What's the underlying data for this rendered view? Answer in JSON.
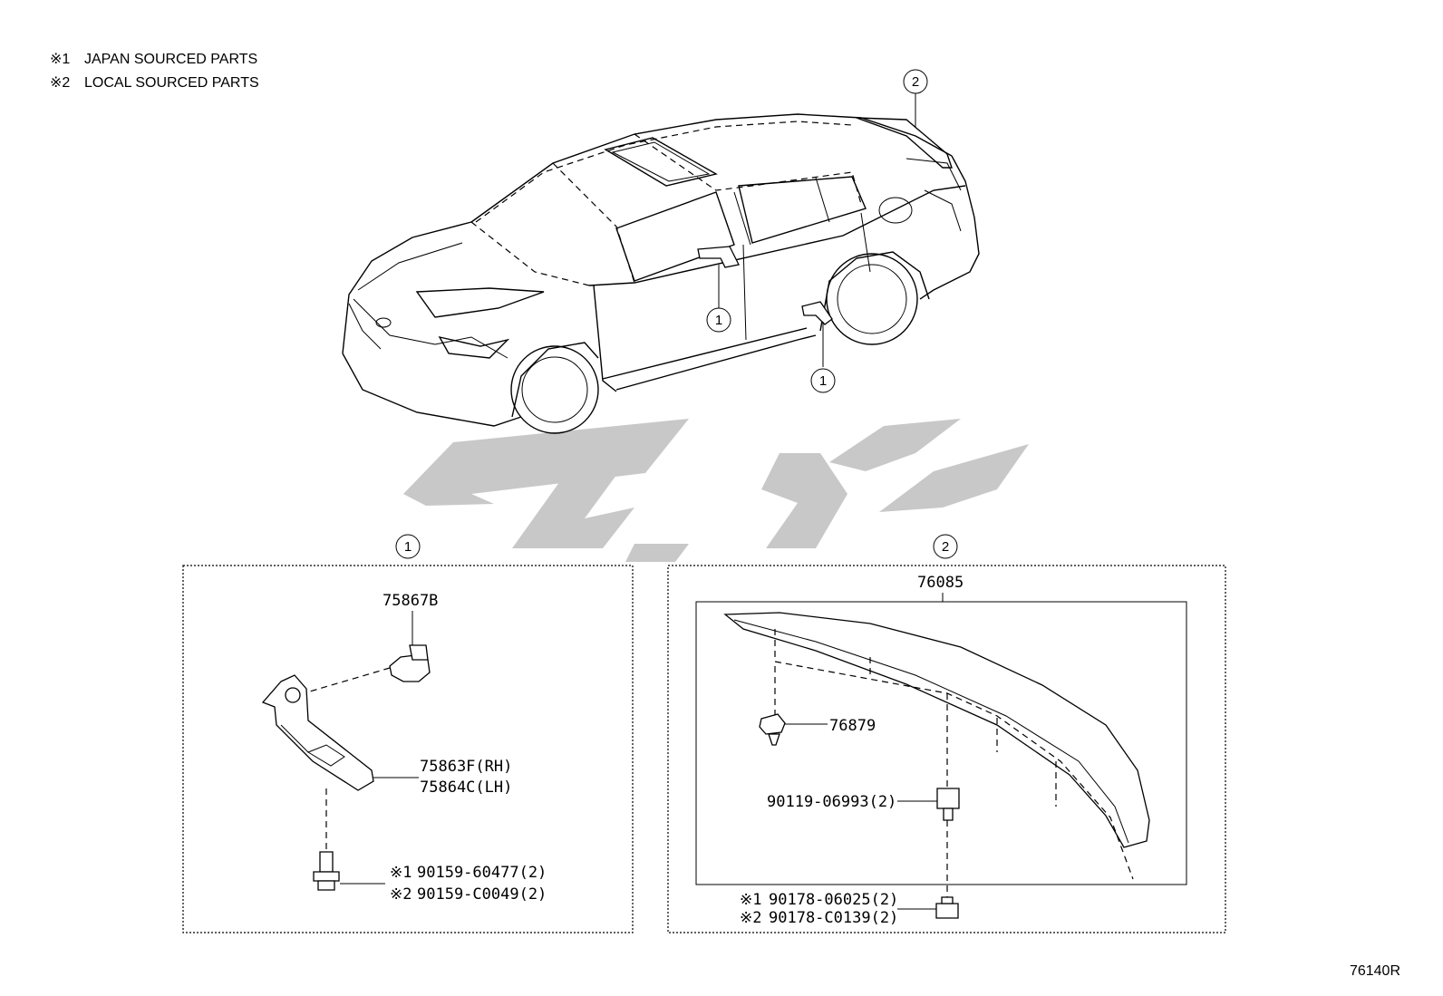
{
  "legend": {
    "items": [
      {
        "mark": "※1",
        "text": "JAPAN SOURCED PARTS"
      },
      {
        "mark": "※2",
        "text": "LOCAL SOURCED PARTS"
      }
    ]
  },
  "callouts": {
    "door_left": "1",
    "door_right": "1",
    "spoiler": "2",
    "panel1": "1",
    "panel2": "2"
  },
  "panel1": {
    "cap": "75867B",
    "bracket_rh": "75863F(RH)",
    "bracket_lh": "75864C(LH)",
    "screw_jp_mark": "※1",
    "screw_jp": "90159-60477(2)",
    "screw_local_mark": "※2",
    "screw_local": "90159-C0049(2)"
  },
  "panel2": {
    "spoiler": "76085",
    "clip": "76879",
    "bolt": "90119-06993(2)",
    "nut_jp_mark": "※1",
    "nut_jp": "90178-06025(2)",
    "nut_local_mark": "※2",
    "nut_local": "90178-C0139(2)"
  },
  "diagram_code": "76140R"
}
